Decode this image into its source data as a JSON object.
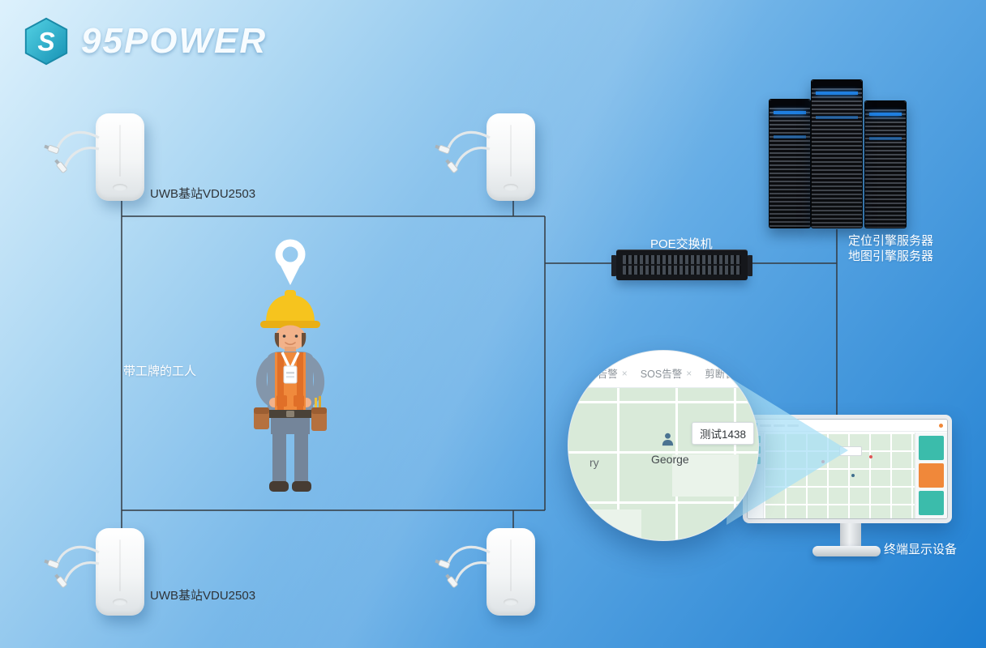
{
  "logo": {
    "text": "95POWER",
    "icon_letter": "S"
  },
  "labels": {
    "uwb_top": "UWB基站VDU2503",
    "uwb_bottom": "UWB基站VDU2503",
    "worker": "带工牌的工人",
    "poe": "POE交换机",
    "server_line1": "定位引擎服务器",
    "server_line2": "地图引擎服务器",
    "display": "终端显示设备"
  },
  "magnifier": {
    "tabs": [
      {
        "label": "围栏告警",
        "close": "×"
      },
      {
        "label": "SOS告警",
        "close": "×"
      },
      {
        "label": "剪断告警",
        "close": ""
      }
    ],
    "partial_name": "ry",
    "person_name": "George",
    "tag_label": "测试1438"
  },
  "colors": {
    "background_top_left": "#ddf1fc",
    "background_bottom_right": "#1e7ed1",
    "logo_teal": "#2fb4cf",
    "dashboard_teal": "#3bbcab",
    "dashboard_orange": "#f0883a",
    "map_green": "#d9ead9",
    "connection_line": "#343a40"
  }
}
